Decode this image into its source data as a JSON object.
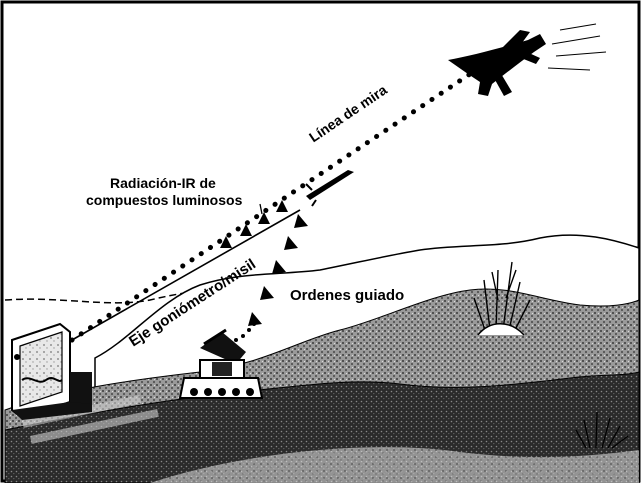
{
  "diagram": {
    "labels": {
      "line_of_sight": "Línea de mira",
      "ir_radiation_line1": "Radiación-IR de",
      "ir_radiation_line2": "compuestos luminosos",
      "goniometer_axis": "Eje goniómetro/misil",
      "guidance_orders": "Ordenes guiado"
    }
  }
}
